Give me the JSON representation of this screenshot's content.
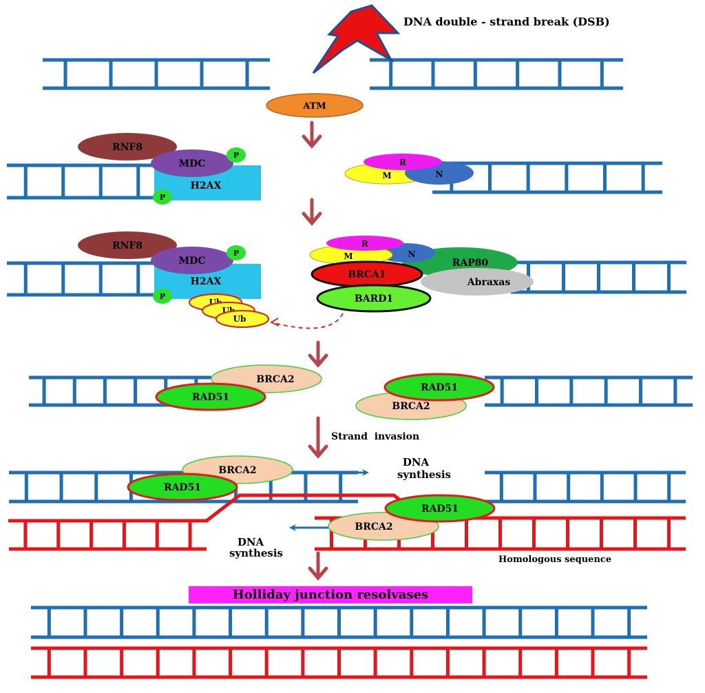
{
  "title": "DNA double - strand break (DSB)",
  "colors": {
    "dna_blue": "#1f6fb5",
    "dna_red": "#e8141b",
    "arrow": "#b5474c",
    "bolt": "#e81010",
    "bolt_outline": "#1f4f9a",
    "atm": "#f08a2a",
    "rnf8": "#8e3a3a",
    "mdc": "#7b4aa8",
    "h2ax": "#2bc3ea",
    "phospho": "#2ee02e",
    "ub": "#ffff33",
    "ub_outline": "#e01b1b",
    "r": "#ee1cee",
    "m": "#ffff22",
    "n": "#3a6fc4",
    "rap80": "#1ea84a",
    "abraxas": "#c4c4c4",
    "brca1": "#ee1111",
    "bard1": "#66ee33",
    "brca2": "#f8cfae",
    "rad51": "#22dd22",
    "holliday_box": "#ff22ff"
  },
  "labels": {
    "atm": "ATM",
    "rnf8": "RNF8",
    "mdc": "MDC",
    "h2ax": "H2AX",
    "p": "P",
    "ub": "Ub",
    "r": "R",
    "m": "M",
    "n": "N",
    "rap80": "RAP80",
    "abraxas": "Abraxas",
    "brca1": "BRCA1",
    "bard1": "BARD1",
    "brca2": "BRCA2",
    "rad51": "RAD51",
    "strand_invasion": "Strand  invasion",
    "dna_synthesis_line1": "DNA",
    "dna_synthesis_line2": "synthesis",
    "homologous_sequence": "Homologous sequence",
    "holliday": "Holliday junction resolvases"
  }
}
